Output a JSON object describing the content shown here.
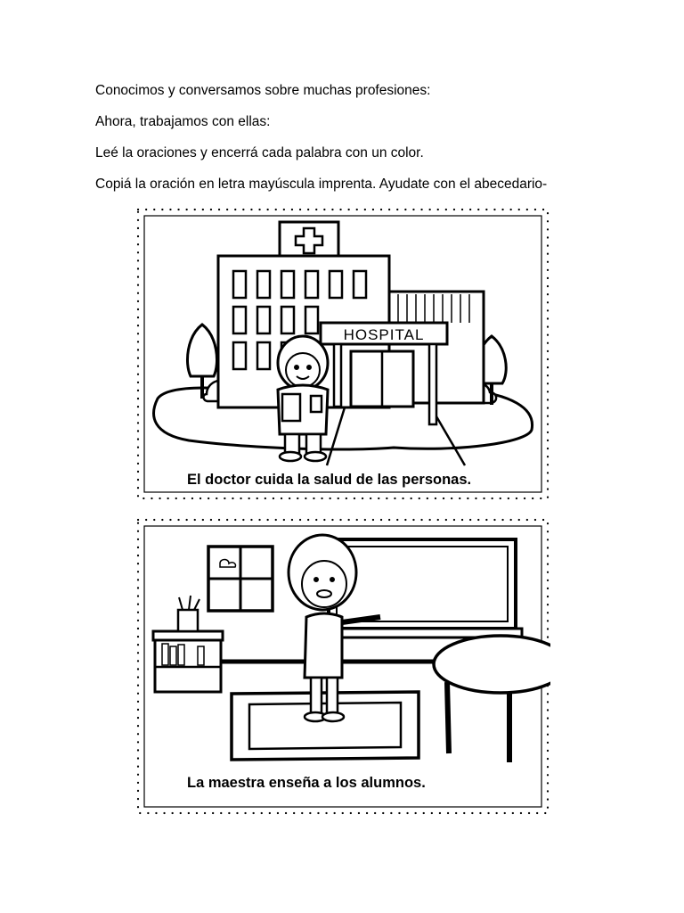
{
  "instructions": [
    "Conocimos y conversamos sobre muchas profesiones:",
    "Ahora, trabajamos con ellas:",
    "Leé la oraciones y encerrá cada palabra con un color.",
    "Copiá la oración en letra mayúscula imprenta. Ayudate con el abecedario-"
  ],
  "cards": [
    {
      "sign_text": "HOSPITAL",
      "caption": "El doctor cuida la salud de las personas."
    },
    {
      "caption": "La maestra enseña a los alumnos."
    }
  ],
  "colors": {
    "ink": "#000000",
    "paper": "#ffffff"
  }
}
